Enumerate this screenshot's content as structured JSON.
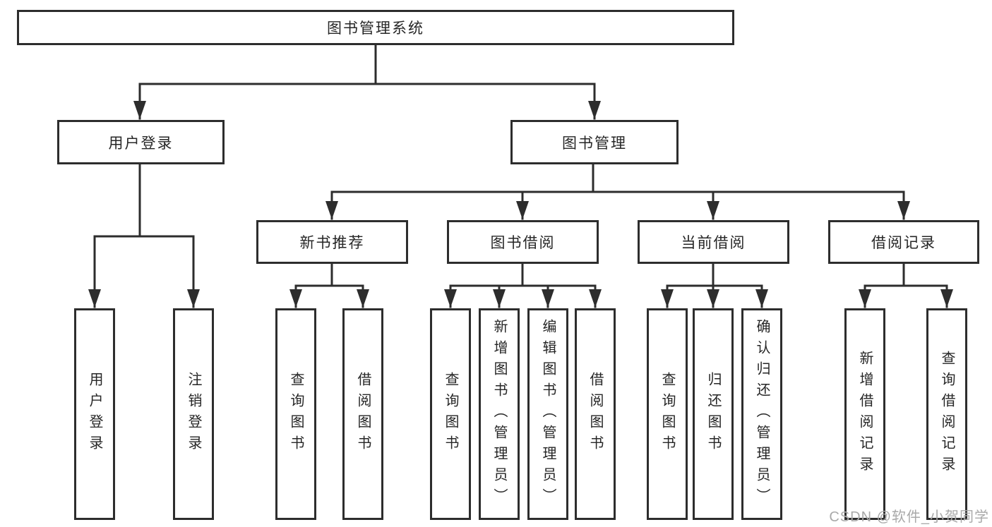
{
  "tree": {
    "root": {
      "label": "图书管理系统",
      "children": [
        {
          "label": "用户登录",
          "children": [
            {
              "label": "用户登录"
            },
            {
              "label": "注销登录"
            }
          ]
        },
        {
          "label": "图书管理",
          "children": [
            {
              "label": "新书推荐",
              "children": [
                {
                  "label": "查询图书"
                },
                {
                  "label": "借阅图书"
                }
              ]
            },
            {
              "label": "图书借阅",
              "children": [
                {
                  "label": "查询图书"
                },
                {
                  "label": "新增图书（管理员）"
                },
                {
                  "label": "编辑图书（管理员）"
                },
                {
                  "label": "借阅图书"
                }
              ]
            },
            {
              "label": "当前借阅",
              "children": [
                {
                  "label": "查询图书"
                },
                {
                  "label": "归还图书"
                },
                {
                  "label": "确认归还（管理员）"
                }
              ]
            },
            {
              "label": "借阅记录",
              "children": [
                {
                  "label": "新增借阅记录"
                },
                {
                  "label": "查询借阅记录"
                }
              ]
            }
          ]
        }
      ]
    }
  },
  "watermark": {
    "text": "CSDN @软件_小贺同学"
  },
  "colors": {
    "line": "#2d2d2d",
    "box_border": "#2d2d2d",
    "box_fill": "#ffffff",
    "text": "#262626",
    "watermark": "#a9a9a9",
    "background": "#ffffff"
  }
}
